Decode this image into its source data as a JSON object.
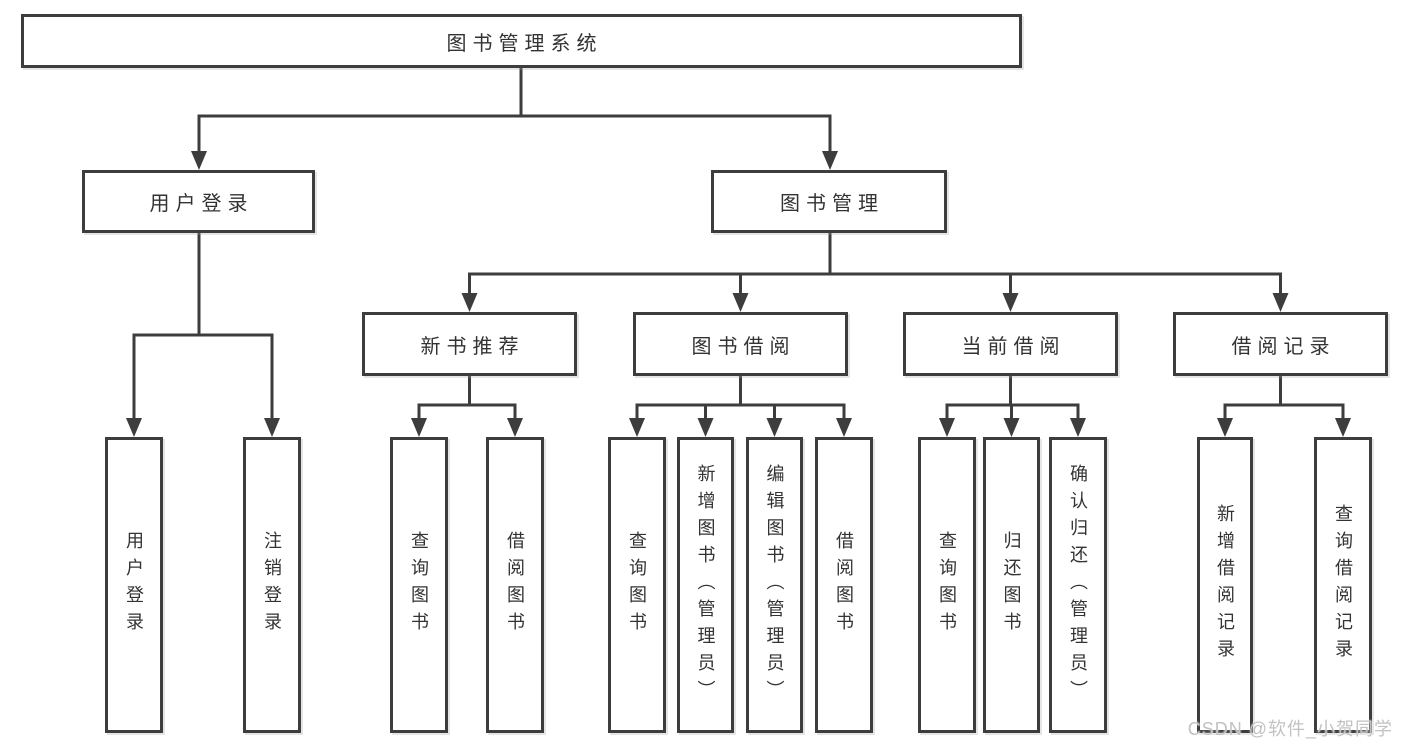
{
  "diagram": {
    "root": {
      "label": "图书管理系统"
    },
    "level2": [
      {
        "label": "用户登录"
      },
      {
        "label": "图书管理"
      }
    ],
    "level3": [
      {
        "label": "新书推荐"
      },
      {
        "label": "图书借阅"
      },
      {
        "label": "当前借阅"
      },
      {
        "label": "借阅记录"
      }
    ],
    "leaves": {
      "user_login": [
        {
          "label": "用户登录"
        },
        {
          "label": "注销登录"
        }
      ],
      "new_books": [
        {
          "label": "查询图书"
        },
        {
          "label": "借阅图书"
        }
      ],
      "book_borrow": [
        {
          "label": "查询图书"
        },
        {
          "label": "新增图书（管理员）"
        },
        {
          "label": "编辑图书（管理员）"
        },
        {
          "label": "借阅图书"
        }
      ],
      "current_borrow": [
        {
          "label": "查询图书"
        },
        {
          "label": "归还图书"
        },
        {
          "label": "确认归还（管理员）"
        }
      ],
      "borrow_records": [
        {
          "label": "新增借阅记录"
        },
        {
          "label": "查询借阅记录"
        }
      ]
    }
  },
  "watermark": {
    "text": "CSDN @软件_小贺同学"
  },
  "colors": {
    "line": "#3d3d3d",
    "text": "#333333",
    "watermark": "#c2c2c2",
    "background": "#ffffff"
  }
}
